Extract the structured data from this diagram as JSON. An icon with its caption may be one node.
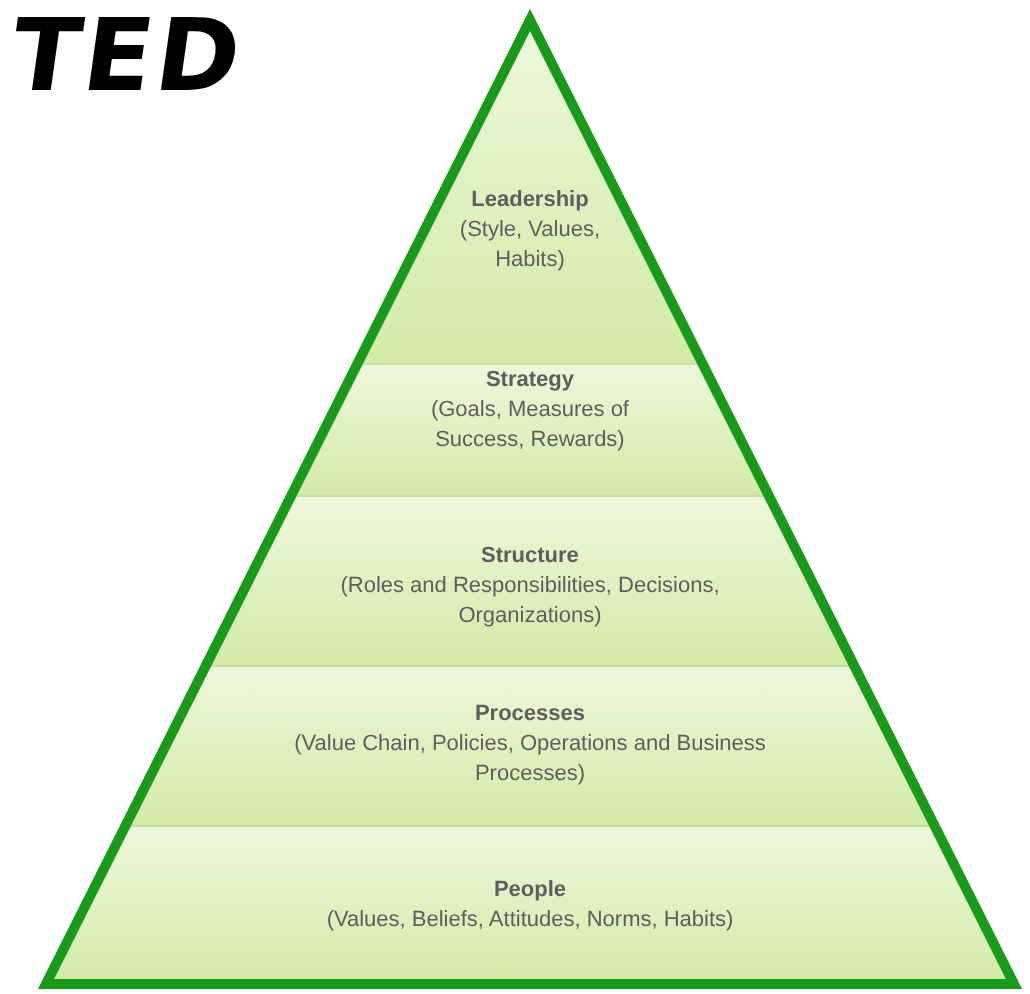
{
  "diagram": {
    "title": "TED",
    "nodes": [
      {
        "text": [
          "Leadership",
          "(Style, Values, Habits)"
        ]
      },
      {
        "text": [
          "Strategy",
          "(Goals, Measures of Success, Rewards)"
        ]
      },
      {
        "text": [
          "Structure",
          "(Roles and Responsibilities, Decisions, Organizations)"
        ]
      },
      {
        "text": [
          "Processes",
          "(Value Chain, Policies, Operations and Business Processes)"
        ]
      },
      {
        "text": [
          "People",
          "(Values, Beliefs, Attitudes, Norms, Habits)"
        ]
      }
    ]
  }
}
